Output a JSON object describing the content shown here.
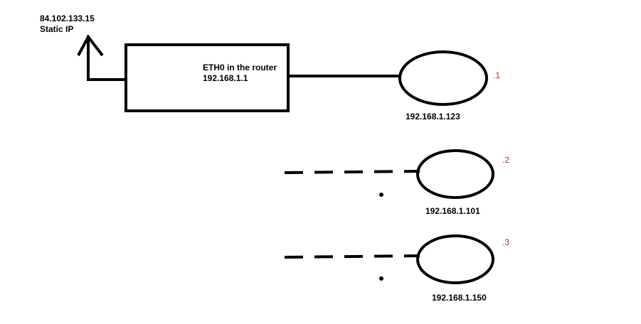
{
  "uplink": {
    "ip": "84.102.133.15",
    "label": "Static IP"
  },
  "router": {
    "line1": "ETH0 in the router",
    "line2": "192.168.1.1"
  },
  "hosts": [
    {
      "ip": "192.168.1.123",
      "suffix": ".1",
      "link": "solid"
    },
    {
      "ip": "192.168.1.101",
      "suffix": ".2",
      "link": "dashed"
    },
    {
      "ip": "192.168.1.150",
      "suffix": ".3",
      "link": "dashed"
    }
  ],
  "colors": {
    "stroke": "#000000",
    "suffix": "#e31c1c",
    "background": "#ffffff"
  }
}
